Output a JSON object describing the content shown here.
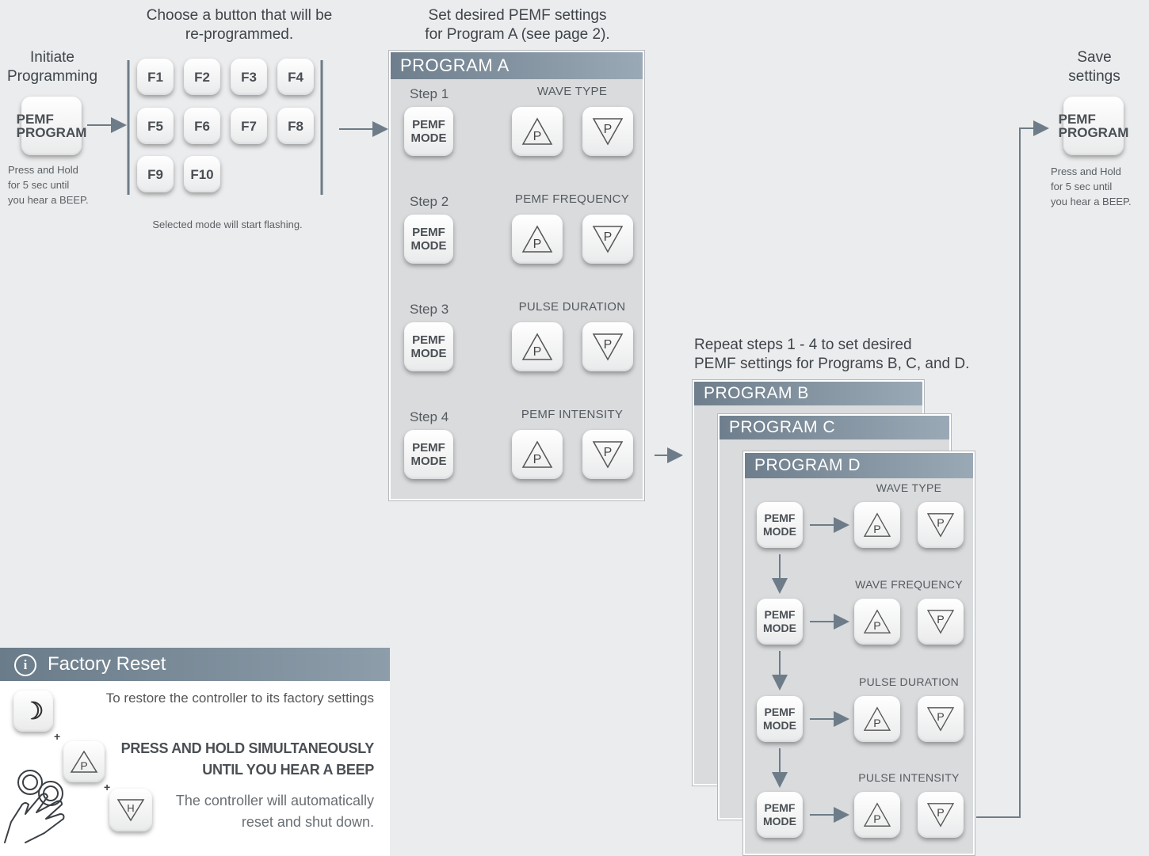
{
  "initiate": {
    "title": "Initiate\nProgramming",
    "button": "PEMF\nPROGRAM",
    "note": "Press and Hold\nfor 5 sec until\nyou hear a BEEP."
  },
  "choose": {
    "title": "Choose a button that will be\nre-programmed.",
    "keys": [
      "F1",
      "F2",
      "F3",
      "F4",
      "F5",
      "F6",
      "F7",
      "F8",
      "F9",
      "F10"
    ],
    "note": "Selected mode will start flashing."
  },
  "program_a": {
    "caption": "Set desired PEMF settings\nfor Program A (see page 2).",
    "header": "PROGRAM A",
    "mode_button": "PEMF\nMODE",
    "up_glyph": "P",
    "down_glyph": "P",
    "steps": [
      {
        "label": "Step 1",
        "param": "WAVE TYPE"
      },
      {
        "label": "Step 2",
        "param": "PEMF FREQUENCY"
      },
      {
        "label": "Step 3",
        "param": "PULSE DURATION"
      },
      {
        "label": "Step 4",
        "param": "PEMF INTENSITY"
      }
    ]
  },
  "repeat": {
    "caption": "Repeat steps 1 - 4 to set desired\nPEMF settings for Programs B, C, and D.",
    "program_b": "PROGRAM B",
    "program_c": "PROGRAM C",
    "program_d": "PROGRAM D",
    "mode_button": "PEMF\nMODE",
    "params_d": [
      "WAVE TYPE",
      "WAVE FREQUENCY",
      "PULSE DURATION",
      "PULSE INTENSITY"
    ]
  },
  "save": {
    "title": "Save\nsettings",
    "button": "PEMF\nPROGRAM",
    "note": "Press and Hold\nfor 5 sec until\nyou hear a BEEP."
  },
  "factory_reset": {
    "info_glyph": "i",
    "title": "Factory Reset",
    "restore_text": "To restore the controller to its factory settings",
    "press_hold": "PRESS AND HOLD SIMULTANEOUSLY\nUNTIL YOU HEAR A BEEP",
    "auto_text": "The controller will automatically\nreset and shut down.",
    "moon_glyph": "☽",
    "p_glyph": "P",
    "h_glyph": "H",
    "plus": "+"
  },
  "colors": {
    "panel_header": "#7d8d9a",
    "background": "#ebeced",
    "arrow": "#6d7c88"
  }
}
